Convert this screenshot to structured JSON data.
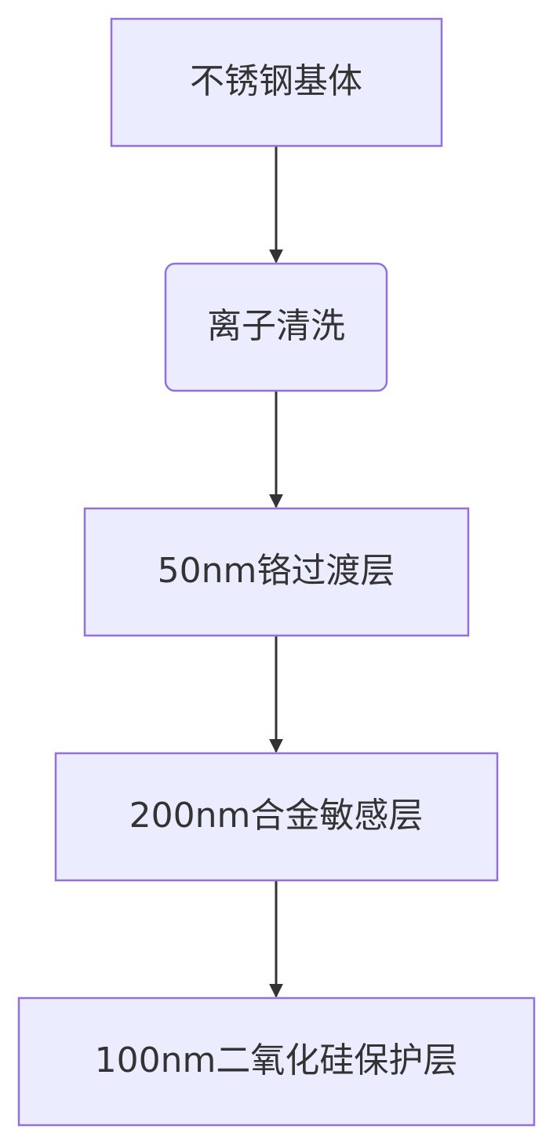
{
  "flowchart": {
    "direction": "top-down",
    "colors": {
      "node_fill": "#ECECFF",
      "node_stroke": "#9370DB",
      "edge": "#333333",
      "text": "#333333"
    },
    "nodes": [
      {
        "id": "n1",
        "label": "不锈钢基体",
        "shape": "rect"
      },
      {
        "id": "n2",
        "label": "离子清洗",
        "shape": "rounded"
      },
      {
        "id": "n3",
        "label": "50nm铬过渡层",
        "shape": "rect"
      },
      {
        "id": "n4",
        "label": "200nm合金敏感层",
        "shape": "rect"
      },
      {
        "id": "n5",
        "label": "100nm二氧化硅保护层",
        "shape": "rect"
      }
    ],
    "edges": [
      {
        "from": "n1",
        "to": "n2"
      },
      {
        "from": "n2",
        "to": "n3"
      },
      {
        "from": "n3",
        "to": "n4"
      },
      {
        "from": "n4",
        "to": "n5"
      }
    ]
  }
}
